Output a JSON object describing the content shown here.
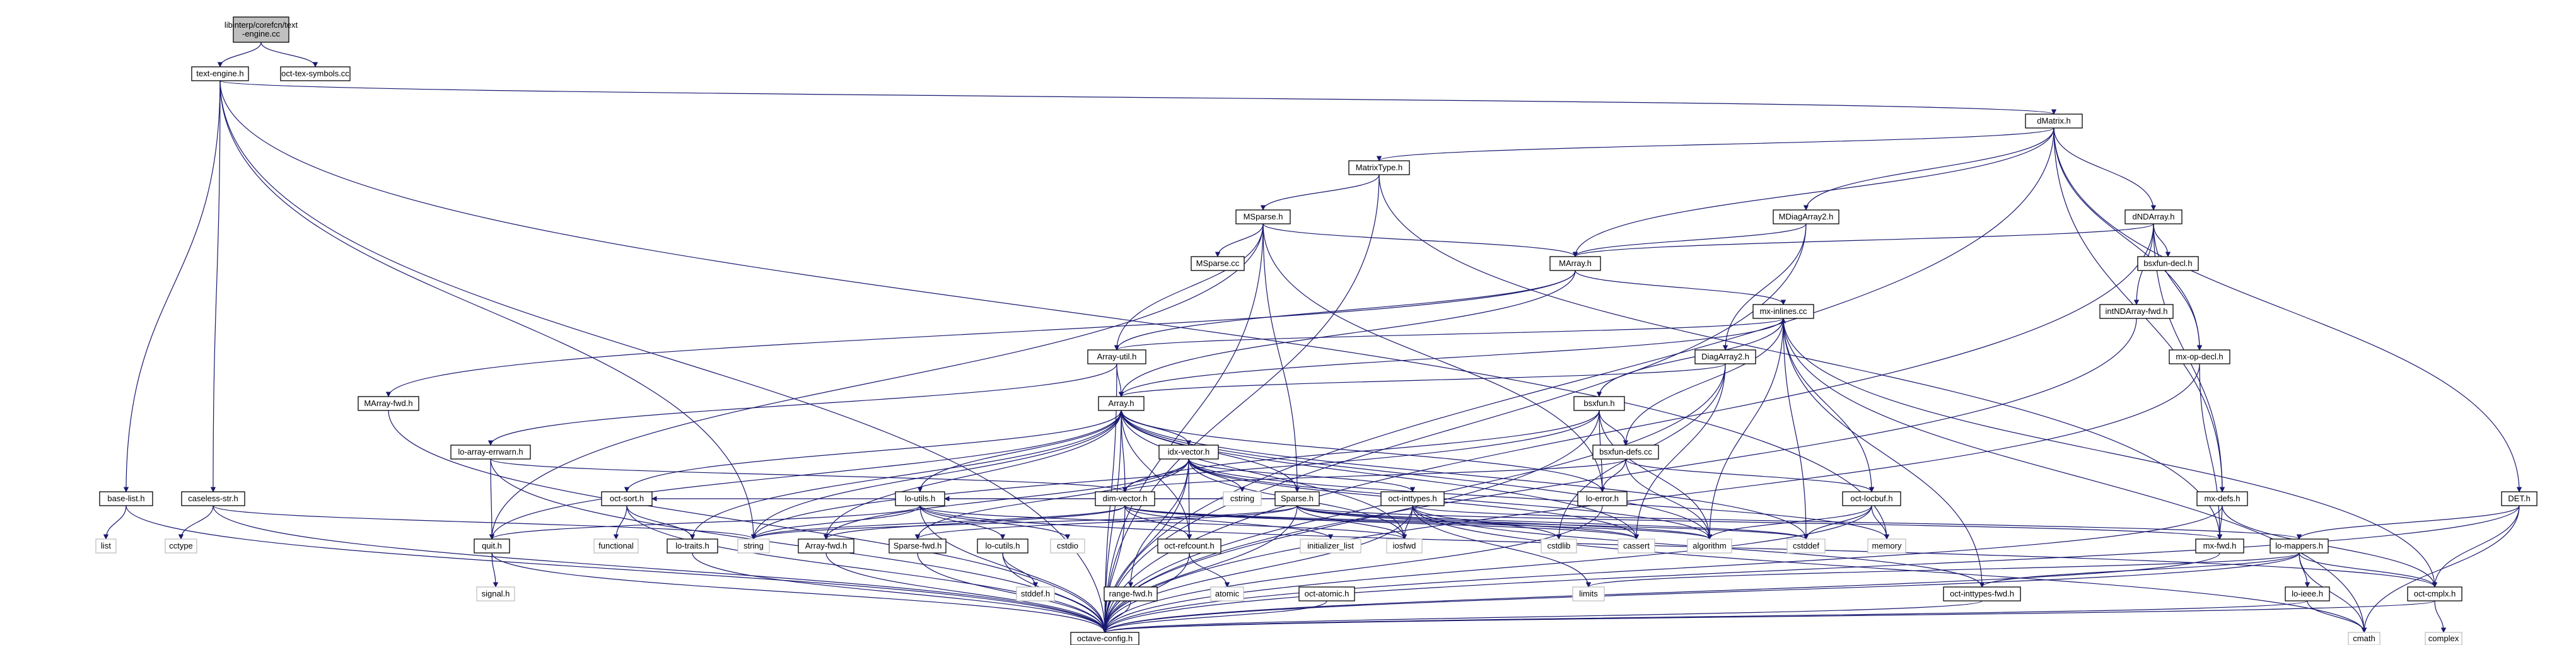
{
  "title": "libinterp/corefcn/text-engine.cc",
  "colors": {
    "edge": "#191970",
    "root_fill": "#bfbfbf",
    "root_border": "#000000",
    "node_border_documented": "#000000",
    "node_border_external": "#bfbfbf",
    "background": "#ffffff"
  },
  "nodes": [
    {
      "id": "root",
      "lines": [
        "libinterp/corefcn/text",
        "-engine.cc"
      ],
      "kind": "root"
    },
    {
      "id": "text-engine.h",
      "lines": [
        "text-engine.h"
      ],
      "kind": "doc"
    },
    {
      "id": "oct-tex-symbols.cc",
      "lines": [
        "oct-tex-symbols.cc"
      ],
      "kind": "doc"
    },
    {
      "id": "dMatrix.h",
      "lines": [
        "dMatrix.h"
      ],
      "kind": "doc"
    },
    {
      "id": "MatrixType.h",
      "lines": [
        "MatrixType.h"
      ],
      "kind": "doc"
    },
    {
      "id": "MSparse.h",
      "lines": [
        "MSparse.h"
      ],
      "kind": "doc"
    },
    {
      "id": "MDiagArray2.h",
      "lines": [
        "MDiagArray2.h"
      ],
      "kind": "doc"
    },
    {
      "id": "dNDArray.h",
      "lines": [
        "dNDArray.h"
      ],
      "kind": "doc"
    },
    {
      "id": "MSparse.cc",
      "lines": [
        "MSparse.cc"
      ],
      "kind": "doc"
    },
    {
      "id": "MArray.h",
      "lines": [
        "MArray.h"
      ],
      "kind": "doc"
    },
    {
      "id": "bsxfun-decl.h",
      "lines": [
        "bsxfun-decl.h"
      ],
      "kind": "doc"
    },
    {
      "id": "mx-inlines.cc",
      "lines": [
        "mx-inlines.cc"
      ],
      "kind": "doc"
    },
    {
      "id": "intNDArray-fwd.h",
      "lines": [
        "intNDArray-fwd.h"
      ],
      "kind": "doc"
    },
    {
      "id": "mx-op-decl.h",
      "lines": [
        "mx-op-decl.h"
      ],
      "kind": "doc"
    },
    {
      "id": "Array-util.h",
      "lines": [
        "Array-util.h"
      ],
      "kind": "doc"
    },
    {
      "id": "DiagArray2.h",
      "lines": [
        "DiagArray2.h"
      ],
      "kind": "doc"
    },
    {
      "id": "MArray-fwd.h",
      "lines": [
        "MArray-fwd.h"
      ],
      "kind": "doc"
    },
    {
      "id": "Array.h",
      "lines": [
        "Array.h"
      ],
      "kind": "doc"
    },
    {
      "id": "bsxfun.h",
      "lines": [
        "bsxfun.h"
      ],
      "kind": "doc"
    },
    {
      "id": "lo-array-errwarn.h",
      "lines": [
        "lo-array-errwarn.h"
      ],
      "kind": "doc"
    },
    {
      "id": "idx-vector.h",
      "lines": [
        "idx-vector.h"
      ],
      "kind": "doc"
    },
    {
      "id": "bsxfun-defs.cc",
      "lines": [
        "bsxfun-defs.cc"
      ],
      "kind": "doc"
    },
    {
      "id": "base-list.h",
      "lines": [
        "base-list.h"
      ],
      "kind": "doc"
    },
    {
      "id": "caseless-str.h",
      "lines": [
        "caseless-str.h"
      ],
      "kind": "doc"
    },
    {
      "id": "oct-sort.h",
      "lines": [
        "oct-sort.h"
      ],
      "kind": "doc"
    },
    {
      "id": "lo-utils.h",
      "lines": [
        "lo-utils.h"
      ],
      "kind": "doc"
    },
    {
      "id": "dim-vector.h",
      "lines": [
        "dim-vector.h"
      ],
      "kind": "doc"
    },
    {
      "id": "cstring",
      "lines": [
        "cstring"
      ],
      "kind": "ext"
    },
    {
      "id": "Sparse.h",
      "lines": [
        "Sparse.h"
      ],
      "kind": "doc"
    },
    {
      "id": "oct-inttypes.h",
      "lines": [
        "oct-inttypes.h"
      ],
      "kind": "doc"
    },
    {
      "id": "lo-error.h",
      "lines": [
        "lo-error.h"
      ],
      "kind": "doc"
    },
    {
      "id": "oct-locbuf.h",
      "lines": [
        "oct-locbuf.h"
      ],
      "kind": "doc"
    },
    {
      "id": "mx-defs.h",
      "lines": [
        "mx-defs.h"
      ],
      "kind": "doc"
    },
    {
      "id": "DET.h",
      "lines": [
        "DET.h"
      ],
      "kind": "doc"
    },
    {
      "id": "list",
      "lines": [
        "list"
      ],
      "kind": "ext"
    },
    {
      "id": "cctype",
      "lines": [
        "cctype"
      ],
      "kind": "ext"
    },
    {
      "id": "quit.h",
      "lines": [
        "quit.h"
      ],
      "kind": "doc"
    },
    {
      "id": "functional",
      "lines": [
        "functional"
      ],
      "kind": "ext"
    },
    {
      "id": "lo-traits.h",
      "lines": [
        "lo-traits.h"
      ],
      "kind": "doc"
    },
    {
      "id": "string",
      "lines": [
        "string"
      ],
      "kind": "ext"
    },
    {
      "id": "Array-fwd.h",
      "lines": [
        "Array-fwd.h"
      ],
      "kind": "doc"
    },
    {
      "id": "Sparse-fwd.h",
      "lines": [
        "Sparse-fwd.h"
      ],
      "kind": "doc"
    },
    {
      "id": "lo-cutils.h",
      "lines": [
        "lo-cutils.h"
      ],
      "kind": "doc"
    },
    {
      "id": "cstdio",
      "lines": [
        "cstdio"
      ],
      "kind": "ext"
    },
    {
      "id": "oct-refcount.h",
      "lines": [
        "oct-refcount.h"
      ],
      "kind": "doc"
    },
    {
      "id": "initializer_list",
      "lines": [
        "initializer_list"
      ],
      "kind": "ext"
    },
    {
      "id": "iosfwd",
      "lines": [
        "iosfwd"
      ],
      "kind": "ext"
    },
    {
      "id": "cstdlib",
      "lines": [
        "cstdlib"
      ],
      "kind": "ext"
    },
    {
      "id": "cassert",
      "lines": [
        "cassert"
      ],
      "kind": "ext"
    },
    {
      "id": "algorithm",
      "lines": [
        "algorithm"
      ],
      "kind": "ext"
    },
    {
      "id": "cstddef",
      "lines": [
        "cstddef"
      ],
      "kind": "ext"
    },
    {
      "id": "memory",
      "lines": [
        "memory"
      ],
      "kind": "ext"
    },
    {
      "id": "mx-fwd.h",
      "lines": [
        "mx-fwd.h"
      ],
      "kind": "doc"
    },
    {
      "id": "lo-mappers.h",
      "lines": [
        "lo-mappers.h"
      ],
      "kind": "doc"
    },
    {
      "id": "signal.h",
      "lines": [
        "signal.h"
      ],
      "kind": "ext"
    },
    {
      "id": "stddef.h",
      "lines": [
        "stddef.h"
      ],
      "kind": "ext"
    },
    {
      "id": "range-fwd.h",
      "lines": [
        "range-fwd.h"
      ],
      "kind": "doc"
    },
    {
      "id": "atomic",
      "lines": [
        "atomic"
      ],
      "kind": "ext"
    },
    {
      "id": "oct-atomic.h",
      "lines": [
        "oct-atomic.h"
      ],
      "kind": "doc"
    },
    {
      "id": "limits",
      "lines": [
        "limits"
      ],
      "kind": "ext"
    },
    {
      "id": "oct-inttypes-fwd.h",
      "lines": [
        "oct-inttypes-fwd.h"
      ],
      "kind": "doc"
    },
    {
      "id": "lo-ieee.h",
      "lines": [
        "lo-ieee.h"
      ],
      "kind": "doc"
    },
    {
      "id": "oct-cmplx.h",
      "lines": [
        "oct-cmplx.h"
      ],
      "kind": "doc"
    },
    {
      "id": "cmath",
      "lines": [
        "cmath"
      ],
      "kind": "ext"
    },
    {
      "id": "complex",
      "lines": [
        "complex"
      ],
      "kind": "ext"
    },
    {
      "id": "octave-config.h",
      "lines": [
        "octave-config.h"
      ],
      "kind": "doc"
    }
  ],
  "edges": [
    [
      "root",
      "text-engine.h"
    ],
    [
      "root",
      "oct-tex-symbols.cc"
    ],
    [
      "text-engine.h",
      "base-list.h"
    ],
    [
      "text-engine.h",
      "caseless-str.h"
    ],
    [
      "text-engine.h",
      "dMatrix.h"
    ],
    [
      "text-engine.h",
      "string"
    ],
    [
      "text-engine.h",
      "memory"
    ],
    [
      "text-engine.h",
      "octave-config.h"
    ],
    [
      "dMatrix.h",
      "MatrixType.h"
    ],
    [
      "dMatrix.h",
      "MDiagArray2.h"
    ],
    [
      "dMatrix.h",
      "dNDArray.h"
    ],
    [
      "dMatrix.h",
      "MArray.h"
    ],
    [
      "dMatrix.h",
      "mx-defs.h"
    ],
    [
      "dMatrix.h",
      "mx-op-decl.h"
    ],
    [
      "dMatrix.h",
      "DET.h"
    ],
    [
      "dMatrix.h",
      "octave-config.h"
    ],
    [
      "MatrixType.h",
      "MSparse.h"
    ],
    [
      "MatrixType.h",
      "mx-fwd.h"
    ],
    [
      "MatrixType.h",
      "octave-config.h"
    ],
    [
      "MSparse.h",
      "MSparse.cc"
    ],
    [
      "MSparse.h",
      "MArray.h"
    ],
    [
      "MSparse.h",
      "Array-util.h"
    ],
    [
      "MSparse.h",
      "Sparse.h"
    ],
    [
      "MSparse.h",
      "lo-error.h"
    ],
    [
      "MSparse.h",
      "quit.h"
    ],
    [
      "MSparse.h",
      "octave-config.h"
    ],
    [
      "MDiagArray2.h",
      "MArray.h"
    ],
    [
      "MDiagArray2.h",
      "DiagArray2.h"
    ],
    [
      "MDiagArray2.h",
      "octave-config.h"
    ],
    [
      "dNDArray.h",
      "MArray.h"
    ],
    [
      "dNDArray.h",
      "bsxfun-decl.h"
    ],
    [
      "dNDArray.h",
      "intNDArray-fwd.h"
    ],
    [
      "dNDArray.h",
      "mx-op-decl.h"
    ],
    [
      "dNDArray.h",
      "mx-defs.h"
    ],
    [
      "dNDArray.h",
      "octave-config.h"
    ],
    [
      "MArray.h",
      "Array.h"
    ],
    [
      "MArray.h",
      "MArray-fwd.h"
    ],
    [
      "MArray.h",
      "mx-inlines.cc"
    ],
    [
      "MArray.h",
      "Array-util.h"
    ],
    [
      "mx-inlines.cc",
      "Array-util.h"
    ],
    [
      "mx-inlines.cc",
      "Array.h"
    ],
    [
      "mx-inlines.cc",
      "bsxfun.h"
    ],
    [
      "mx-inlines.cc",
      "oct-cmplx.h"
    ],
    [
      "mx-inlines.cc",
      "oct-locbuf.h"
    ],
    [
      "mx-inlines.cc",
      "oct-inttypes-fwd.h"
    ],
    [
      "mx-inlines.cc",
      "algorithm"
    ],
    [
      "mx-inlines.cc",
      "cstddef"
    ],
    [
      "mx-inlines.cc",
      "cmath"
    ],
    [
      "intNDArray-fwd.h",
      "octave-config.h"
    ],
    [
      "mx-op-decl.h",
      "mx-fwd.h"
    ],
    [
      "mx-op-decl.h",
      "octave-config.h"
    ],
    [
      "Array-util.h",
      "Array.h"
    ],
    [
      "Array-util.h",
      "lo-array-errwarn.h"
    ],
    [
      "Array-util.h",
      "octave-config.h"
    ],
    [
      "DiagArray2.h",
      "Array.h"
    ],
    [
      "DiagArray2.h",
      "cassert"
    ],
    [
      "DiagArray2.h",
      "cstdlib"
    ],
    [
      "DiagArray2.h",
      "octave-config.h"
    ],
    [
      "MArray-fwd.h",
      "octave-config.h"
    ],
    [
      "Array.h",
      "idx-vector.h"
    ],
    [
      "Array.h",
      "dim-vector.h"
    ],
    [
      "Array.h",
      "lo-utils.h"
    ],
    [
      "Array.h",
      "oct-sort.h"
    ],
    [
      "Array.h",
      "quit.h"
    ],
    [
      "Array.h",
      "lo-traits.h"
    ],
    [
      "Array.h",
      "string"
    ],
    [
      "Array.h",
      "Array-fwd.h"
    ],
    [
      "Array.h",
      "oct-refcount.h"
    ],
    [
      "Array.h",
      "cassert"
    ],
    [
      "Array.h",
      "cstddef"
    ],
    [
      "Array.h",
      "algorithm"
    ],
    [
      "Array.h",
      "iosfwd"
    ],
    [
      "Array.h",
      "lo-error.h"
    ],
    [
      "Array.h",
      "octave-config.h"
    ],
    [
      "bsxfun.h",
      "dim-vector.h"
    ],
    [
      "bsxfun.h",
      "lo-error.h"
    ],
    [
      "bsxfun.h",
      "algorithm"
    ],
    [
      "bsxfun.h",
      "string"
    ],
    [
      "bsxfun.h",
      "bsxfun-defs.cc"
    ],
    [
      "bsxfun.h",
      "octave-config.h"
    ],
    [
      "bsxfun-defs.cc",
      "dim-vector.h"
    ],
    [
      "bsxfun-defs.cc",
      "oct-locbuf.h"
    ],
    [
      "bsxfun-defs.cc",
      "mx-inlines.cc"
    ],
    [
      "bsxfun-defs.cc",
      "algorithm"
    ],
    [
      "bsxfun-defs.cc",
      "lo-error.h"
    ],
    [
      "lo-array-errwarn.h",
      "quit.h"
    ],
    [
      "lo-array-errwarn.h",
      "dim-vector.h"
    ],
    [
      "lo-array-errwarn.h",
      "octave-config.h"
    ],
    [
      "idx-vector.h",
      "dim-vector.h"
    ],
    [
      "idx-vector.h",
      "oct-inttypes.h"
    ],
    [
      "idx-vector.h",
      "oct-refcount.h"
    ],
    [
      "idx-vector.h",
      "Sparse-fwd.h"
    ],
    [
      "idx-vector.h",
      "range-fwd.h"
    ],
    [
      "idx-vector.h",
      "Array-fwd.h"
    ],
    [
      "idx-vector.h",
      "cstring"
    ],
    [
      "idx-vector.h",
      "iosfwd"
    ],
    [
      "idx-vector.h",
      "memory"
    ],
    [
      "idx-vector.h",
      "cassert"
    ],
    [
      "idx-vector.h",
      "algorithm"
    ],
    [
      "idx-vector.h",
      "octave-config.h"
    ],
    [
      "base-list.h",
      "list"
    ],
    [
      "base-list.h",
      "octave-config.h"
    ],
    [
      "caseless-str.h",
      "cctype"
    ],
    [
      "caseless-str.h",
      "string"
    ],
    [
      "caseless-str.h",
      "octave-config.h"
    ],
    [
      "oct-sort.h",
      "functional"
    ],
    [
      "oct-sort.h",
      "lo-traits.h"
    ],
    [
      "oct-sort.h",
      "octave-config.h"
    ],
    [
      "lo-utils.h",
      "lo-cutils.h"
    ],
    [
      "lo-utils.h",
      "oct-cmplx.h"
    ],
    [
      "lo-utils.h",
      "quit.h"
    ],
    [
      "lo-utils.h",
      "cstdio"
    ],
    [
      "lo-utils.h",
      "iosfwd"
    ],
    [
      "lo-utils.h",
      "string"
    ],
    [
      "lo-utils.h",
      "octave-config.h"
    ],
    [
      "dim-vector.h",
      "oct-refcount.h"
    ],
    [
      "dim-vector.h",
      "Array-fwd.h"
    ],
    [
      "dim-vector.h",
      "initializer_list"
    ],
    [
      "dim-vector.h",
      "string"
    ],
    [
      "dim-vector.h",
      "cassert"
    ],
    [
      "dim-vector.h",
      "algorithm"
    ],
    [
      "dim-vector.h",
      "cstddef"
    ],
    [
      "dim-vector.h",
      "octave-config.h"
    ],
    [
      "Sparse.h",
      "Array.h"
    ],
    [
      "Sparse.h",
      "Sparse-fwd.h"
    ],
    [
      "Sparse.h",
      "lo-utils.h"
    ],
    [
      "Sparse.h",
      "oct-sort.h"
    ],
    [
      "Sparse.h",
      "mx-fwd.h"
    ],
    [
      "Sparse.h",
      "cassert"
    ],
    [
      "Sparse.h",
      "cstddef"
    ],
    [
      "Sparse.h",
      "algorithm"
    ],
    [
      "Sparse.h",
      "iosfwd"
    ],
    [
      "Sparse.h",
      "string"
    ],
    [
      "Sparse.h",
      "octave-config.h"
    ],
    [
      "oct-inttypes.h",
      "lo-mappers.h"
    ],
    [
      "oct-inttypes.h",
      "oct-inttypes-fwd.h"
    ],
    [
      "oct-inttypes.h",
      "cstdlib"
    ],
    [
      "oct-inttypes.h",
      "cmath"
    ],
    [
      "oct-inttypes.h",
      "iosfwd"
    ],
    [
      "oct-inttypes.h",
      "limits"
    ],
    [
      "oct-inttypes.h",
      "octave-config.h"
    ],
    [
      "lo-error.h",
      "octave-config.h"
    ],
    [
      "oct-locbuf.h",
      "algorithm"
    ],
    [
      "oct-locbuf.h",
      "cstddef"
    ],
    [
      "oct-locbuf.h",
      "memory"
    ],
    [
      "oct-locbuf.h",
      "octave-config.h"
    ],
    [
      "mx-defs.h",
      "mx-fwd.h"
    ],
    [
      "mx-defs.h",
      "oct-cmplx.h"
    ],
    [
      "mx-defs.h",
      "octave-config.h"
    ],
    [
      "DET.h",
      "lo-mappers.h"
    ],
    [
      "DET.h",
      "oct-cmplx.h"
    ],
    [
      "DET.h",
      "cmath"
    ],
    [
      "DET.h",
      "octave-config.h"
    ],
    [
      "quit.h",
      "signal.h"
    ],
    [
      "quit.h",
      "octave-config.h"
    ],
    [
      "lo-traits.h",
      "octave-config.h"
    ],
    [
      "Array-fwd.h",
      "octave-config.h"
    ],
    [
      "Sparse-fwd.h",
      "octave-config.h"
    ],
    [
      "lo-cutils.h",
      "stddef.h"
    ],
    [
      "lo-cutils.h",
      "octave-config.h"
    ],
    [
      "oct-refcount.h",
      "atomic"
    ],
    [
      "oct-refcount.h",
      "octave-config.h"
    ],
    [
      "range-fwd.h",
      "octave-config.h"
    ],
    [
      "oct-atomic.h",
      "octave-config.h"
    ],
    [
      "mx-fwd.h",
      "octave-config.h"
    ],
    [
      "lo-mappers.h",
      "lo-ieee.h"
    ],
    [
      "lo-mappers.h",
      "oct-cmplx.h"
    ],
    [
      "lo-mappers.h",
      "oct-inttypes-fwd.h"
    ],
    [
      "lo-mappers.h",
      "cmath"
    ],
    [
      "lo-mappers.h",
      "limits"
    ],
    [
      "lo-mappers.h",
      "octave-config.h"
    ],
    [
      "oct-inttypes-fwd.h",
      "octave-config.h"
    ],
    [
      "lo-ieee.h",
      "cmath"
    ],
    [
      "lo-ieee.h",
      "octave-config.h"
    ],
    [
      "oct-cmplx.h",
      "complex"
    ],
    [
      "oct-cmplx.h",
      "octave-config.h"
    ]
  ]
}
